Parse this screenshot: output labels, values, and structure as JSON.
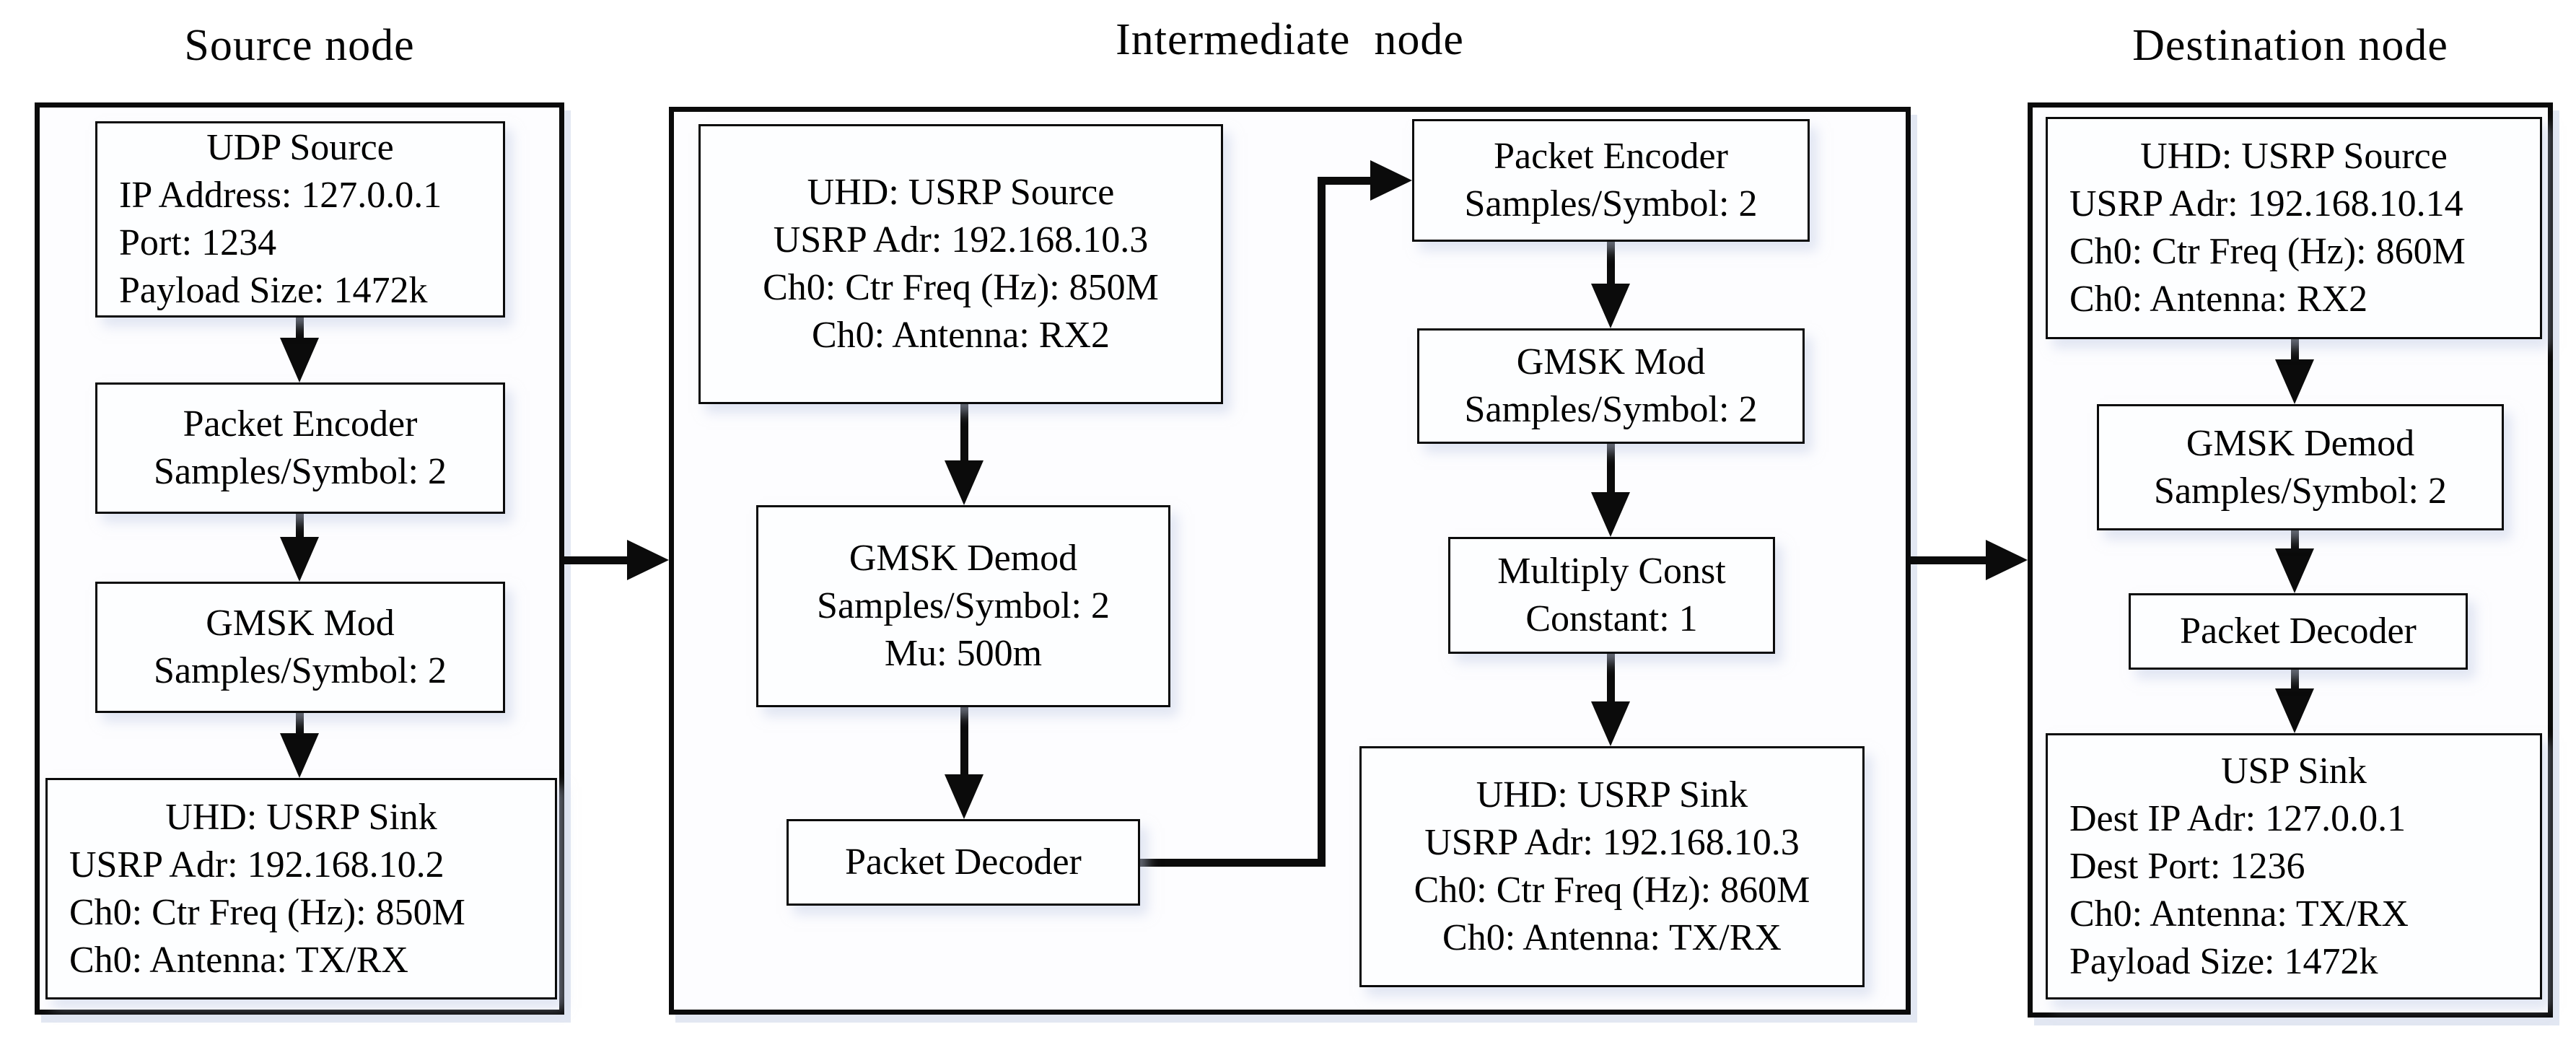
{
  "diagram": {
    "colors": {
      "line": "#0b0b0b",
      "background": "#ffffff",
      "box_fill": "#fdfeff"
    },
    "source": {
      "title": "Source node",
      "blocks": {
        "udp_source": {
          "title": "UDP Source",
          "params": [
            "IP Address: 127.0.0.1",
            "Port: 1234",
            "Payload Size: 1472k"
          ]
        },
        "packet_encoder": {
          "title": "Packet Encoder",
          "params": [
            "Samples/Symbol: 2"
          ]
        },
        "gmsk_mod": {
          "title": "GMSK Mod",
          "params": [
            "Samples/Symbol: 2"
          ]
        },
        "usrp_sink": {
          "title": "UHD: USRP Sink",
          "params": [
            "USRP Adr: 192.168.10.2",
            "Ch0: Ctr Freq (Hz): 850M",
            "Ch0: Antenna: TX/RX"
          ]
        }
      }
    },
    "intermediate": {
      "title": "Intermediate  node",
      "blocks": {
        "usrp_source": {
          "title": "UHD: USRP Source",
          "params": [
            "USRP Adr: 192.168.10.3",
            "Ch0: Ctr Freq (Hz): 850M",
            "Ch0: Antenna: RX2"
          ]
        },
        "gmsk_demod": {
          "title": "GMSK Demod",
          "params": [
            "Samples/Symbol: 2",
            "Mu: 500m"
          ]
        },
        "packet_decoder": {
          "title": "Packet Decoder",
          "params": []
        },
        "packet_encoder": {
          "title": "Packet Encoder",
          "params": [
            "Samples/Symbol: 2"
          ]
        },
        "gmsk_mod": {
          "title": "GMSK Mod",
          "params": [
            "Samples/Symbol: 2"
          ]
        },
        "multiply_const": {
          "title": "Multiply Const",
          "params": [
            "Constant: 1"
          ]
        },
        "usrp_sink": {
          "title": "UHD: USRP Sink",
          "params": [
            "USRP Adr: 192.168.10.3",
            "Ch0: Ctr Freq (Hz): 860M",
            "Ch0: Antenna: TX/RX"
          ]
        }
      }
    },
    "destination": {
      "title": "Destination node",
      "blocks": {
        "usrp_source": {
          "title": "UHD: USRP Source",
          "params": [
            "USRP Adr: 192.168.10.14",
            "Ch0: Ctr Freq (Hz): 860M",
            "Ch0: Antenna: RX2"
          ]
        },
        "gmsk_demod": {
          "title": "GMSK Demod",
          "params": [
            "Samples/Symbol: 2"
          ]
        },
        "packet_decoder": {
          "title": "Packet Decoder",
          "params": []
        },
        "usp_sink": {
          "title": "USP Sink",
          "params": [
            "Dest IP Adr: 127.0.0.1",
            "Dest Port: 1236",
            "Ch0: Antenna: TX/RX",
            "Payload Size: 1472k"
          ]
        }
      }
    },
    "connections": [
      {
        "from": "source.udp_source",
        "to": "source.packet_encoder"
      },
      {
        "from": "source.packet_encoder",
        "to": "source.gmsk_mod"
      },
      {
        "from": "source.gmsk_mod",
        "to": "source.usrp_sink"
      },
      {
        "from": "source",
        "to": "intermediate"
      },
      {
        "from": "intermediate.usrp_source",
        "to": "intermediate.gmsk_demod"
      },
      {
        "from": "intermediate.gmsk_demod",
        "to": "intermediate.packet_decoder"
      },
      {
        "from": "intermediate.packet_decoder",
        "to": "intermediate.packet_encoder"
      },
      {
        "from": "intermediate.packet_encoder",
        "to": "intermediate.gmsk_mod"
      },
      {
        "from": "intermediate.gmsk_mod",
        "to": "intermediate.multiply_const"
      },
      {
        "from": "intermediate.multiply_const",
        "to": "intermediate.usrp_sink"
      },
      {
        "from": "intermediate",
        "to": "destination"
      },
      {
        "from": "destination.usrp_source",
        "to": "destination.gmsk_demod"
      },
      {
        "from": "destination.gmsk_demod",
        "to": "destination.packet_decoder"
      },
      {
        "from": "destination.packet_decoder",
        "to": "destination.usp_sink"
      }
    ]
  }
}
